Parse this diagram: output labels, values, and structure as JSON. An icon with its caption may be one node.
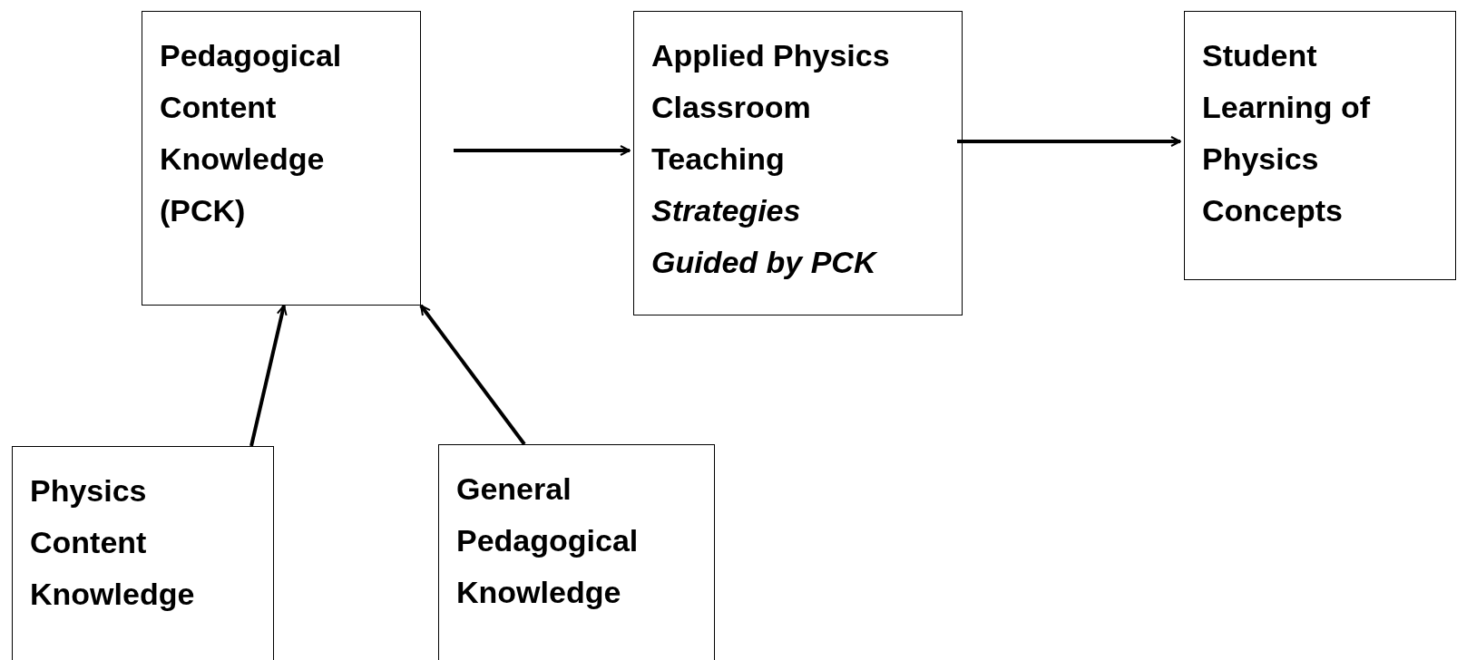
{
  "diagram": {
    "nodes": [
      {
        "text": [
          "Pedagogical Content Knowledge (PCK)"
        ]
      },
      {
        "text": [
          "Applied Physics Classroom Teaching",
          "Strategies Guided by PCK"
        ]
      },
      {
        "text": [
          "Student Learning of Physics Concepts"
        ]
      },
      {
        "text": [
          "Physics Content Knowledge"
        ]
      },
      {
        "text": [
          "General Pedagogical Knowledge"
        ]
      }
    ],
    "edges": [
      {
        "from": 0,
        "to": 1,
        "arrow": "to"
      },
      {
        "from": 1,
        "to": 2,
        "arrow": "to"
      },
      {
        "from": 3,
        "to": 0,
        "arrow": "to"
      },
      {
        "from": 4,
        "to": 0,
        "arrow": "to"
      }
    ]
  }
}
